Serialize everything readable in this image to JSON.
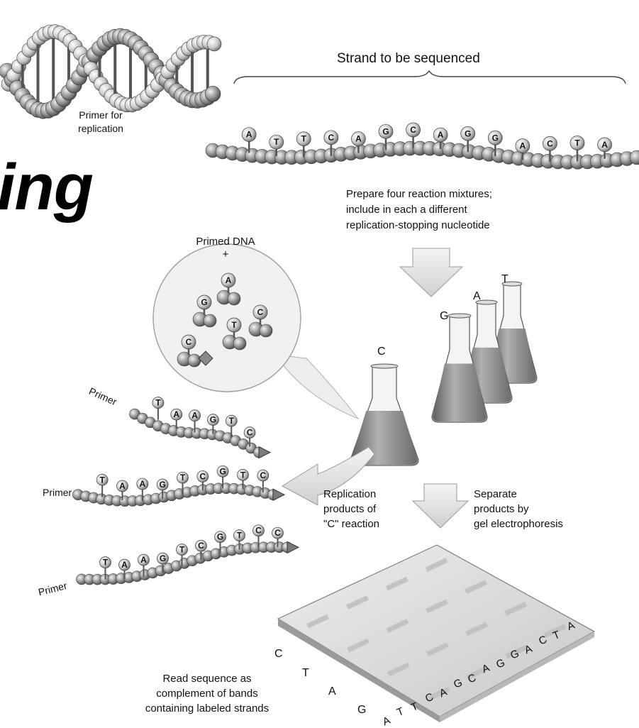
{
  "title_fragment": "ing",
  "labels": {
    "strand_to_be_sequenced": "Strand to be sequenced",
    "primer_for_replication": [
      "Primer for",
      "replication"
    ],
    "prepare_mixtures": [
      "Prepare four reaction mixtures;",
      "include in each a different",
      "replication-stopping nucleotide"
    ],
    "primed_dna": [
      "Primed DNA",
      "+"
    ],
    "replication_products": [
      "Replication",
      "products of",
      "\"C\" reaction"
    ],
    "separate_products": [
      "Separate",
      "products by",
      "gel electrophoresis"
    ],
    "read_sequence": [
      "Read sequence as",
      "complement of bands",
      "containing labeled strands"
    ],
    "primer": "Primer"
  },
  "template_strand_bases": [
    "A",
    "T",
    "T",
    "C",
    "A",
    "G",
    "C",
    "A",
    "G",
    "G",
    "A",
    "C",
    "T",
    "A"
  ],
  "circle_nucleotides": [
    "A",
    "G",
    "C",
    "T",
    "C"
  ],
  "flasks": {
    "c_flask": "C",
    "group": [
      "G",
      "A",
      "T"
    ]
  },
  "products": [
    {
      "label": "Primer",
      "bases": [
        "T",
        "A",
        "A",
        "G",
        "T",
        "C"
      ]
    },
    {
      "label": "Primer",
      "bases": [
        "T",
        "A",
        "A",
        "G",
        "T",
        "C",
        "G",
        "T",
        "C"
      ]
    },
    {
      "label": "Primer",
      "bases": [
        "T",
        "A",
        "A",
        "G",
        "T",
        "C",
        "G",
        "T",
        "C",
        "C"
      ]
    }
  ],
  "gel_left_letters": [
    "C",
    "T",
    "A",
    "G"
  ],
  "gel_sequence": "ATTCAGCAGGACTA",
  "colors": {
    "bead_dark": "#6a6a6a",
    "bead_mid": "#a0a0a0",
    "bead_light": "#e6e6e6",
    "arrow_fill": "#e8e8e8",
    "gel_fill": "#dcdcdc",
    "liquid": "#8a8a8a"
  }
}
